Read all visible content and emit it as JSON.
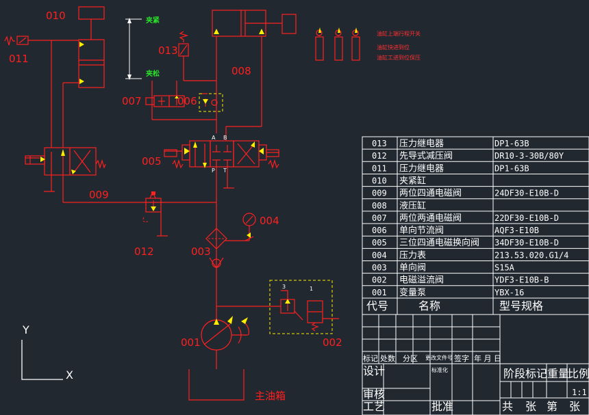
{
  "labels": {
    "c010": "010",
    "c011": "011",
    "c013": "013",
    "c008": "008",
    "c007": "007",
    "c006": "006",
    "c005": "005",
    "c009": "009",
    "c012": "012",
    "c004": "004",
    "c003": "003",
    "c001": "001",
    "c002": "002",
    "tank": "主油箱",
    "clamp": "夹紧",
    "release": "夹松",
    "note1": "油缸上端行程开关",
    "note2": "油缸快进到位",
    "note3": "油缸工进到位保压",
    "valve_a": "A",
    "valve_b": "B",
    "valve_p": "P",
    "valve_t": "T",
    "rv_3": "3",
    "rv_1": "1"
  },
  "axis": {
    "x": "X",
    "y": "Y"
  },
  "parts": [
    {
      "code": "013",
      "name": "压力继电器",
      "model": "DP1-63B"
    },
    {
      "code": "012",
      "name": "先导式减压阀",
      "model": "DR10-3-30B/80Y"
    },
    {
      "code": "011",
      "name": "压力继电器",
      "model": "DP1-63B"
    },
    {
      "code": "010",
      "name": "夹紧缸",
      "model": ""
    },
    {
      "code": "009",
      "name": "两位四通电磁阀",
      "model": "24DF30-E10B-D"
    },
    {
      "code": "008",
      "name": "液压缸",
      "model": ""
    },
    {
      "code": "007",
      "name": "两位两通电磁阀",
      "model": "22DF30-E10B-D"
    },
    {
      "code": "006",
      "name": "单向节流阀",
      "model": "AQF3-E10B"
    },
    {
      "code": "005",
      "name": "三位四通电磁换向阀",
      "model": "34DF30-E10B-D"
    },
    {
      "code": "004",
      "name": "压力表",
      "model": "213.53.020.G1/4"
    },
    {
      "code": "003",
      "name": "单向阀",
      "model": "S15A"
    },
    {
      "code": "002",
      "name": "电磁溢流阀",
      "model": "YDF3-E10B-B"
    },
    {
      "code": "001",
      "name": "变量泵",
      "model": "YBX-16"
    }
  ],
  "header": {
    "code": "代号",
    "name": "名称",
    "model": "型号规格"
  },
  "title_block": {
    "biaoji": "标记",
    "chushu": "处数",
    "fenqu": "分区",
    "gengai": "更改文件号",
    "qianzi": "签字",
    "nianyueri": "年 月 日",
    "sheji": "设计",
    "biaozhunhua": "标准化",
    "shenhe": "审核",
    "gongyi": "工艺",
    "pizhun": "批准",
    "jieduan": "阶段标记",
    "zhongliang": "重量",
    "bili": "比例",
    "scale": "1:1",
    "gong": "共",
    "zhang1": "张",
    "di": "第",
    "zhang2": "张"
  }
}
